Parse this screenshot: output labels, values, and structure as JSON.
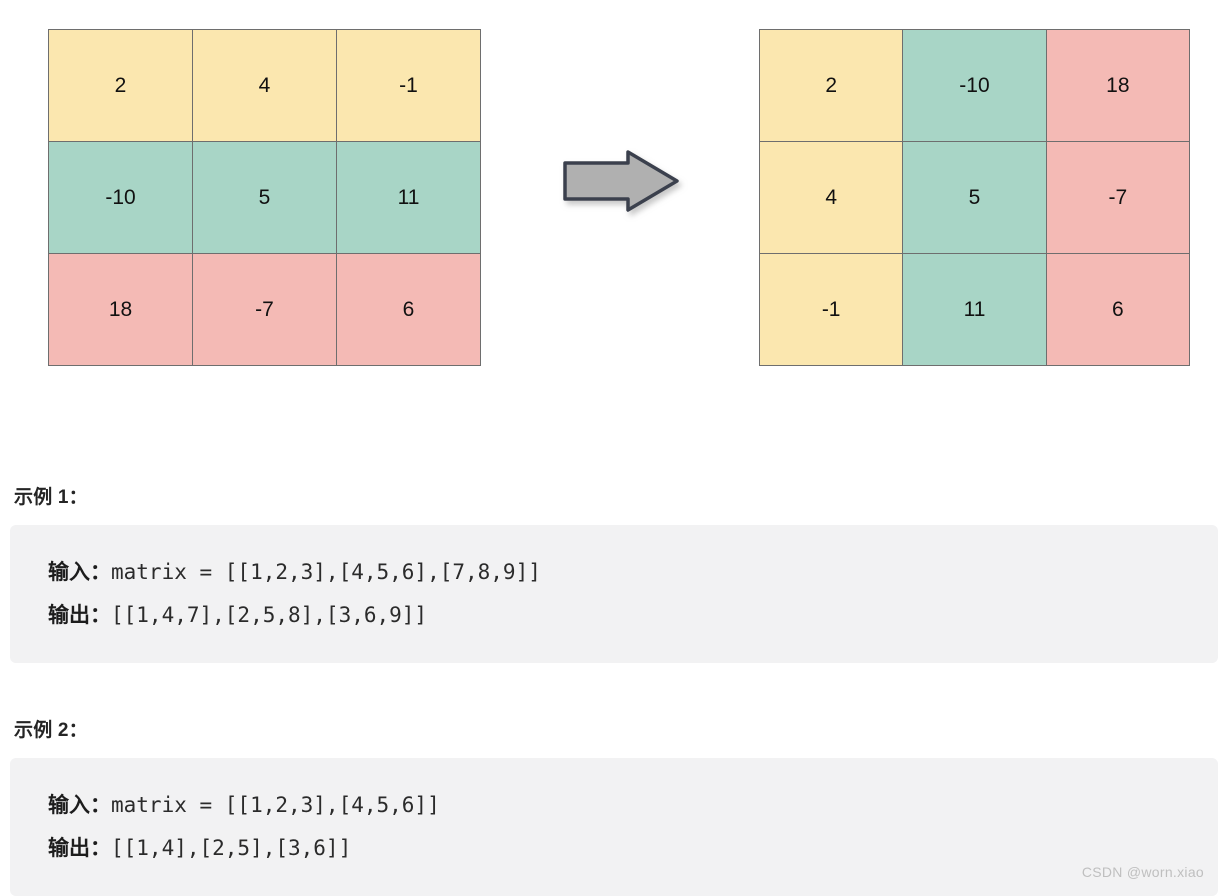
{
  "figure": {
    "input_matrix": {
      "name": "matrix-input",
      "rows": [
        [
          {
            "value": "2",
            "color": "yellow"
          },
          {
            "value": "4",
            "color": "yellow"
          },
          {
            "value": "-1",
            "color": "yellow"
          }
        ],
        [
          {
            "value": "-10",
            "color": "teal"
          },
          {
            "value": "5",
            "color": "teal"
          },
          {
            "value": "11",
            "color": "teal"
          }
        ],
        [
          {
            "value": "18",
            "color": "pink"
          },
          {
            "value": "-7",
            "color": "pink"
          },
          {
            "value": "6",
            "color": "pink"
          }
        ]
      ]
    },
    "output_matrix": {
      "name": "matrix-output",
      "rows": [
        [
          {
            "value": "2",
            "color": "yellow"
          },
          {
            "value": "-10",
            "color": "teal"
          },
          {
            "value": "18",
            "color": "pink"
          }
        ],
        [
          {
            "value": "4",
            "color": "yellow"
          },
          {
            "value": "5",
            "color": "teal"
          },
          {
            "value": "-7",
            "color": "pink"
          }
        ],
        [
          {
            "value": "-1",
            "color": "yellow"
          },
          {
            "value": "11",
            "color": "teal"
          },
          {
            "value": "6",
            "color": "pink"
          }
        ]
      ]
    },
    "arrow": {
      "icon": "right-arrow-icon",
      "fill": "#b0b0b0",
      "stroke": "#3a414d"
    },
    "colors": {
      "yellow": "#fbe7af",
      "teal": "#a8d5c6",
      "pink": "#f4bab5",
      "cell_border": "#6e6e6e",
      "outer_border": "#8f8a7e"
    }
  },
  "examples": [
    {
      "heading": "示例 1：",
      "input_label": "输入：",
      "input_code": "matrix = [[1,2,3],[4,5,6],[7,8,9]]",
      "output_label": "输出：",
      "output_code": "[[1,4,7],[2,5,8],[3,6,9]]"
    },
    {
      "heading": "示例 2：",
      "input_label": "输入：",
      "input_code": "matrix = [[1,2,3],[4,5,6]]",
      "output_label": "输出：",
      "output_code": "[[1,4],[2,5],[3,6]]"
    }
  ],
  "watermark": {
    "text": "CSDN @worn.xiao",
    "color": "#bfbfbf"
  }
}
